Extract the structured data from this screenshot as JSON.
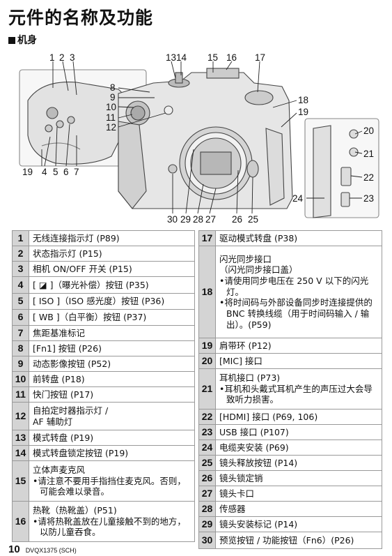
{
  "title": "元件的名称及功能",
  "section": "机身",
  "callouts": [
    {
      "id": "c1",
      "label": "1"
    },
    {
      "id": "c2",
      "label": "2"
    },
    {
      "id": "c3",
      "label": "3"
    },
    {
      "id": "c8",
      "label": "8"
    },
    {
      "id": "c9",
      "label": "9"
    },
    {
      "id": "c10",
      "label": "10"
    },
    {
      "id": "c11",
      "label": "11"
    },
    {
      "id": "c12",
      "label": "12"
    },
    {
      "id": "c13",
      "label": "13"
    },
    {
      "id": "c14",
      "label": "14"
    },
    {
      "id": "c15",
      "label": "15"
    },
    {
      "id": "c16",
      "label": "16"
    },
    {
      "id": "c17",
      "label": "17"
    },
    {
      "id": "c18",
      "label": "18"
    },
    {
      "id": "c19a",
      "label": "19"
    },
    {
      "id": "c19b",
      "label": "19"
    },
    {
      "id": "c4",
      "label": "4"
    },
    {
      "id": "c5",
      "label": "5"
    },
    {
      "id": "c6",
      "label": "6"
    },
    {
      "id": "c7",
      "label": "7"
    },
    {
      "id": "c20",
      "label": "20"
    },
    {
      "id": "c21",
      "label": "21"
    },
    {
      "id": "c22",
      "label": "22"
    },
    {
      "id": "c23",
      "label": "23"
    },
    {
      "id": "c24",
      "label": "24"
    },
    {
      "id": "c30",
      "label": "30"
    },
    {
      "id": "c29",
      "label": "29"
    },
    {
      "id": "c28",
      "label": "28"
    },
    {
      "id": "c27",
      "label": "27"
    },
    {
      "id": "c26",
      "label": "26"
    },
    {
      "id": "c25",
      "label": "25"
    }
  ],
  "left_items": [
    {
      "num": "1",
      "lines": [
        "无线连接指示灯 (P89)"
      ]
    },
    {
      "num": "2",
      "lines": [
        "状态指示灯 (P15)"
      ]
    },
    {
      "num": "3",
      "lines": [
        "相机 ON/OFF 开关 (P15)"
      ]
    },
    {
      "num": "4",
      "lines": [
        "[ ◪ ]（曝光补偿）按钮 (P35)"
      ]
    },
    {
      "num": "5",
      "lines": [
        "[ ISO ]（ISO 感光度）按钮 (P36)"
      ]
    },
    {
      "num": "6",
      "lines": [
        "[ WB ]（白平衡）按钮 (P37)"
      ]
    },
    {
      "num": "7",
      "lines": [
        "焦距基准标记"
      ]
    },
    {
      "num": "8",
      "lines": [
        "[Fn1] 按钮 (P26)"
      ]
    },
    {
      "num": "9",
      "lines": [
        "动态影像按钮 (P52)"
      ]
    },
    {
      "num": "10",
      "lines": [
        "前转盘 (P18)"
      ]
    },
    {
      "num": "11",
      "lines": [
        "快门按钮 (P17)"
      ]
    },
    {
      "num": "12",
      "lines": [
        "自拍定时器指示灯 /",
        "AF 辅助灯"
      ]
    },
    {
      "num": "13",
      "lines": [
        "模式转盘 (P19)"
      ]
    },
    {
      "num": "14",
      "lines": [
        "模式转盘锁定按钮 (P19)"
      ]
    },
    {
      "num": "15",
      "head": "立体声麦克风",
      "bullets": [
        "•请注意不要用手指挡住麦克风。否则，可能会难以录音。"
      ]
    },
    {
      "num": "16",
      "head": "热靴（热靴盖）(P51)",
      "bullets": [
        "•请将热靴盖放在儿童接触不到的地方，以防儿童吞食。"
      ]
    }
  ],
  "right_items": [
    {
      "num": "17",
      "lines": [
        "驱动模式转盘 (P38)"
      ]
    },
    {
      "num": "18",
      "head": "闪光同步接口",
      "sub": "（闪光同步接口盖）",
      "bullets": [
        "•请使用同步电压在 250 V 以下的闪光灯。",
        "•将时间码与外部设备同步时连接提供的 BNC 转换线缆（用于时间码输入 / 输出）。(P59)"
      ]
    },
    {
      "num": "19",
      "lines": [
        "肩带环 (P12)"
      ]
    },
    {
      "num": "20",
      "lines": [
        "[MIC] 接口"
      ]
    },
    {
      "num": "21",
      "head": "耳机接口 (P73)",
      "bullets": [
        "•耳机和头戴式耳机产生的声压过大会导致听力损害。"
      ]
    },
    {
      "num": "22",
      "lines": [
        "[HDMI] 接口 (P69, 106)"
      ]
    },
    {
      "num": "23",
      "lines": [
        "USB 接口 (P107)"
      ]
    },
    {
      "num": "24",
      "lines": [
        "电缆夹安装 (P69)"
      ]
    },
    {
      "num": "25",
      "lines": [
        "镜头释放按钮 (P14)"
      ]
    },
    {
      "num": "26",
      "lines": [
        "镜头锁定销"
      ]
    },
    {
      "num": "27",
      "lines": [
        "镜头卡口"
      ]
    },
    {
      "num": "28",
      "lines": [
        "传感器"
      ]
    },
    {
      "num": "29",
      "lines": [
        "镜头安装标记 (P14)"
      ]
    },
    {
      "num": "30",
      "lines": [
        "预览按钮 / 功能按钮（Fn6）(P26)"
      ]
    }
  ],
  "footer": {
    "page": "10",
    "code": "DVQX1375 (SCH)"
  }
}
